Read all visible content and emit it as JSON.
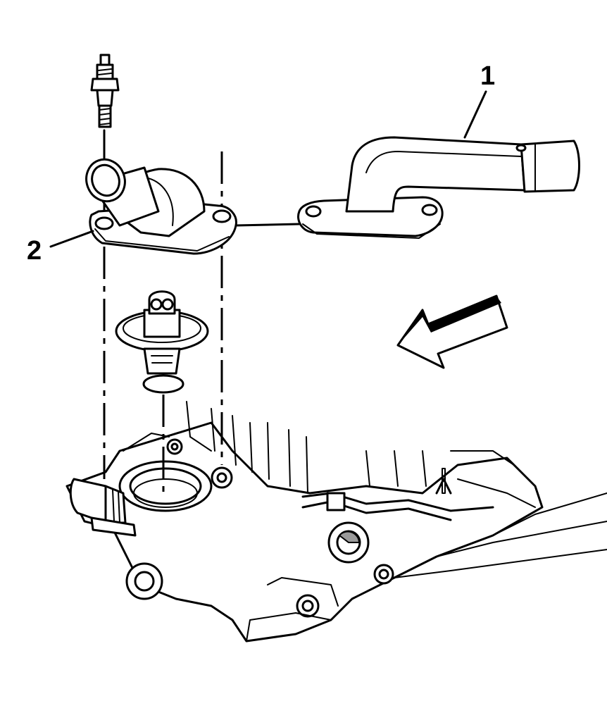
{
  "callouts": [
    {
      "id": "1",
      "label": "1"
    },
    {
      "id": "2",
      "label": "2"
    }
  ],
  "parts": [
    {
      "name": "coolant-outlet-pipe",
      "icon": "pipe-icon"
    },
    {
      "name": "thermostat-housing",
      "icon": "housing-icon"
    },
    {
      "name": "thermostat",
      "icon": "thermostat-icon"
    },
    {
      "name": "stud-bolt",
      "icon": "bolt-icon"
    },
    {
      "name": "direction-arrow",
      "icon": "arrow-left-icon"
    },
    {
      "name": "engine-block",
      "icon": "engine-icon"
    }
  ]
}
